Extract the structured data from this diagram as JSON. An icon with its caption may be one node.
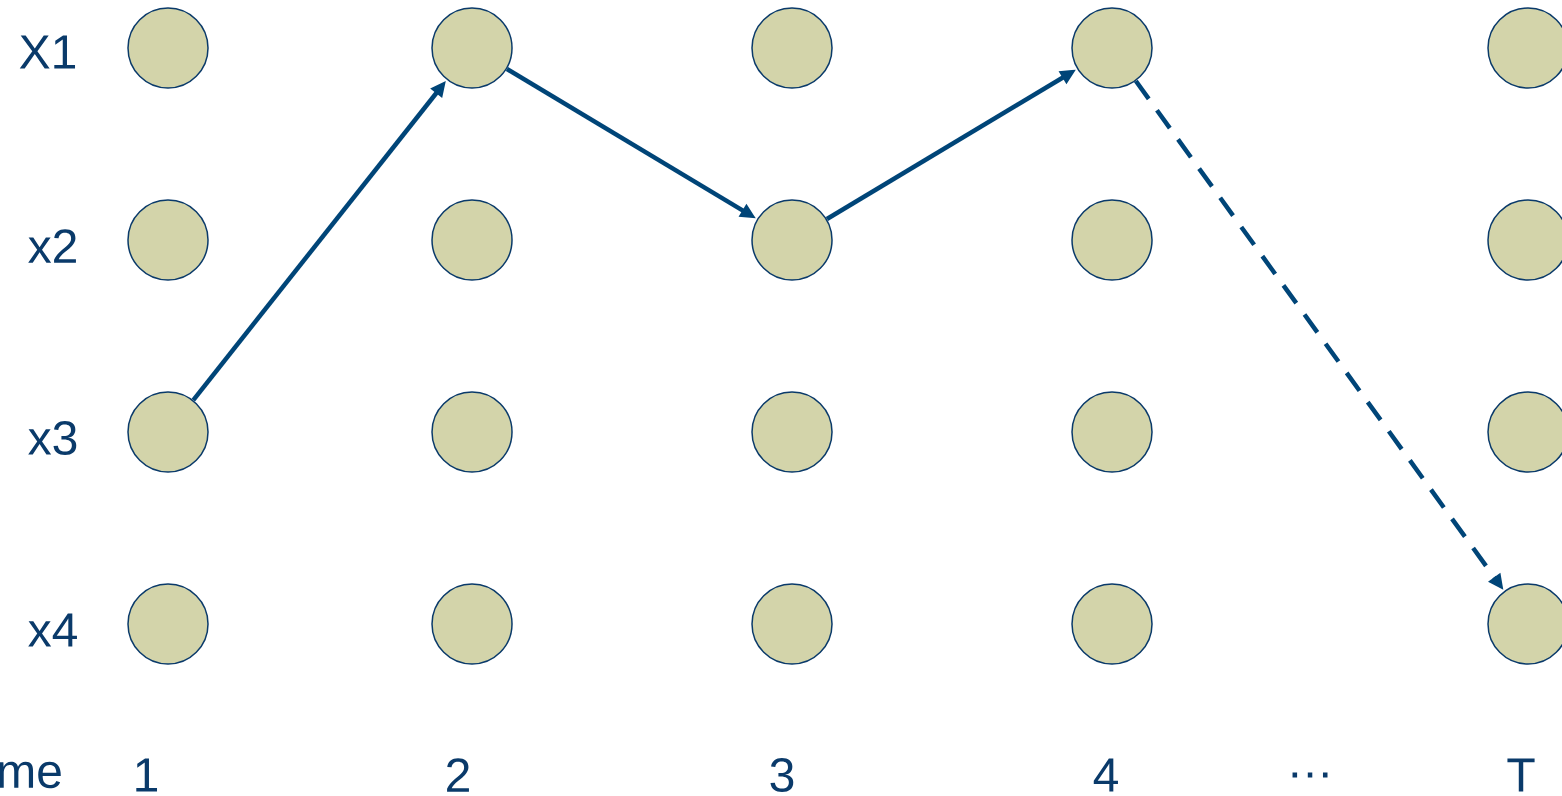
{
  "diagram": {
    "nodes": [
      {
        "text": [],
        "shape": "circle"
      },
      {
        "text": [],
        "shape": "circle"
      },
      {
        "text": [],
        "shape": "circle"
      },
      {
        "text": [],
        "shape": "circle"
      },
      {
        "text": [],
        "shape": "circle"
      },
      {
        "text": [],
        "shape": "circle"
      },
      {
        "text": [],
        "shape": "circle"
      },
      {
        "text": [],
        "shape": "circle"
      },
      {
        "text": [],
        "shape": "circle"
      },
      {
        "text": [],
        "shape": "circle"
      },
      {
        "text": [],
        "shape": "circle"
      },
      {
        "text": [],
        "shape": "circle"
      },
      {
        "text": [],
        "shape": "circle"
      },
      {
        "text": [],
        "shape": "circle"
      },
      {
        "text": [],
        "shape": "circle"
      },
      {
        "text": [],
        "shape": "circle"
      },
      {
        "text": [],
        "shape": "circle"
      },
      {
        "text": [],
        "shape": "circle"
      },
      {
        "text": [],
        "shape": "circle"
      },
      {
        "text": [],
        "shape": "circle"
      }
    ],
    "edges": [
      {
        "from": 10,
        "to": 1,
        "arrow": "to"
      },
      {
        "from": 1,
        "to": 7,
        "arrow": "to"
      },
      {
        "from": 7,
        "to": 3,
        "arrow": "to"
      },
      {
        "from": 3,
        "to": 19,
        "arrow": "to",
        "style": "dashed"
      }
    ],
    "labels": [
      "X1",
      "x2",
      "x3",
      "x4",
      "me",
      "1",
      "2",
      "3",
      "4",
      "…",
      "T"
    ]
  }
}
